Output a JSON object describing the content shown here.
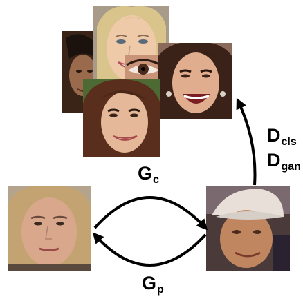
{
  "labels": {
    "gc": {
      "main": "G",
      "sub": "c"
    },
    "gp": {
      "main": "G",
      "sub": "p"
    },
    "dcls": {
      "main": "D",
      "sub": "cls"
    },
    "dgan": {
      "main": "D",
      "sub": "gan"
    }
  },
  "colors": {
    "arrow": "#000000",
    "background": "#ffffff"
  },
  "images": {
    "source_face": "woman-face-photo",
    "generated_face": "blurry-man-face-with-cap-photo",
    "target_faces": [
      "dark-haired-man-face-photo",
      "blonde-woman-smiling-photo",
      "eye-closeup-photo",
      "brunette-woman-laughing-photo",
      "brunette-woman-smiling-photo"
    ]
  }
}
